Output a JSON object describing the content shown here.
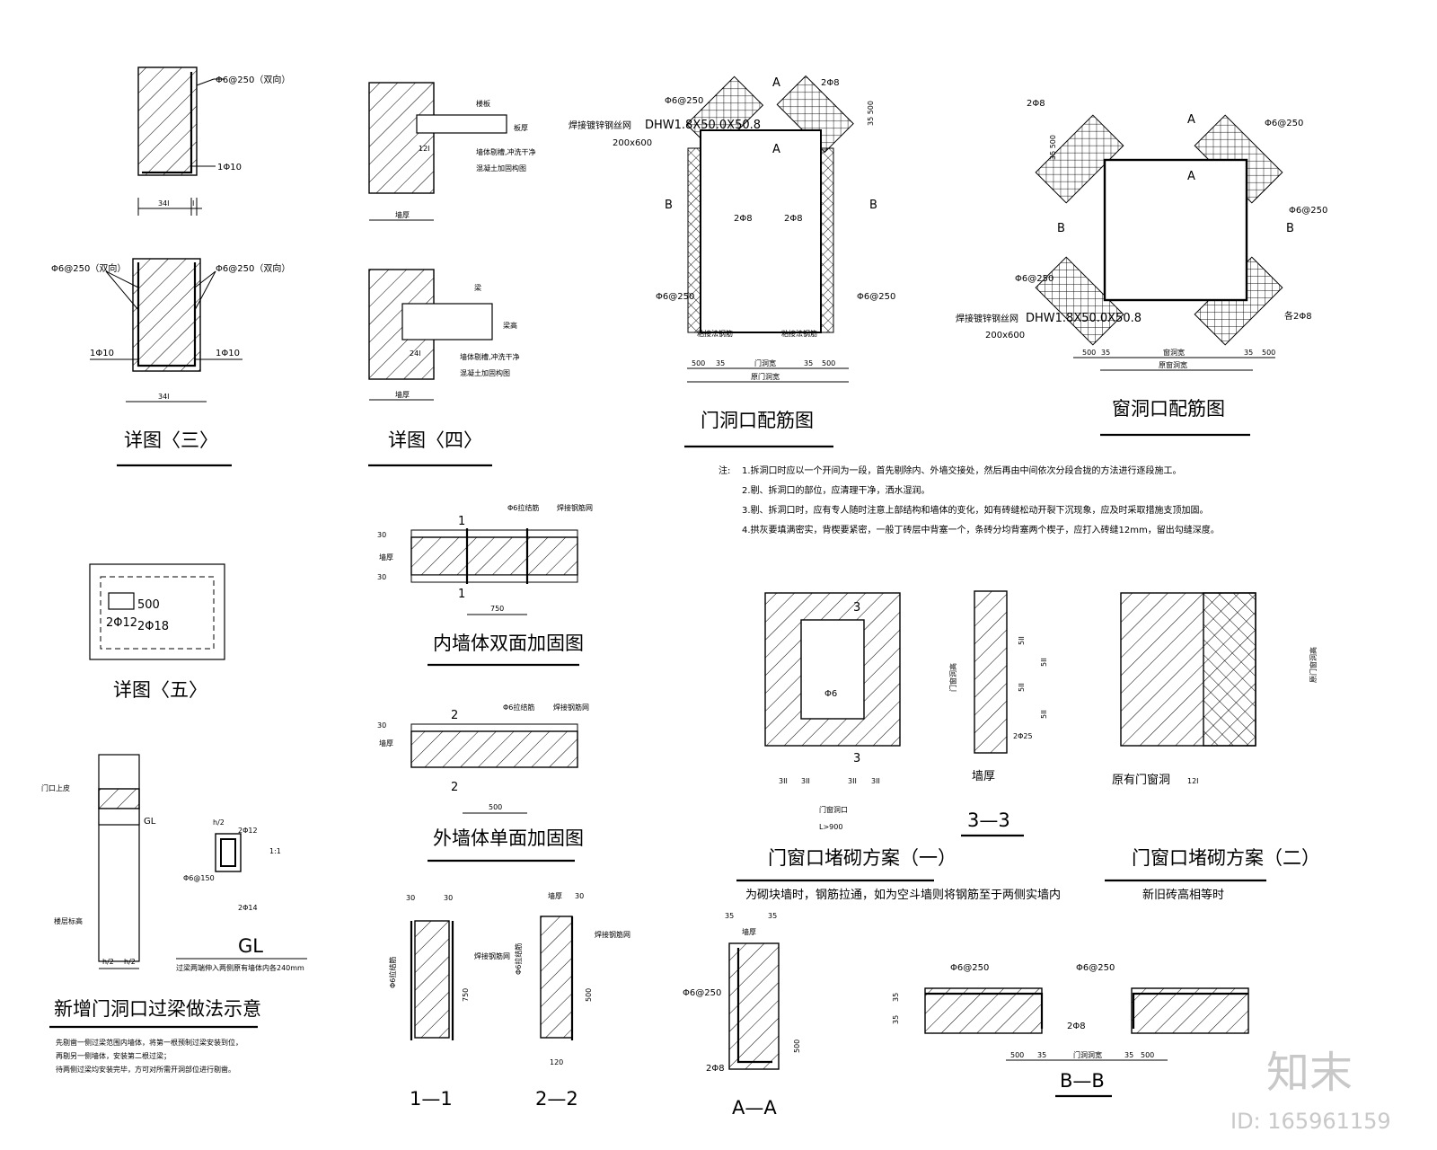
{
  "details": {
    "d3": {
      "title": "详图〈三〉",
      "rebar1": "Φ6@250（双向）",
      "rebar2": "1Φ10",
      "dim": "34I",
      "dim_side": "I",
      "rebar3": "Φ6@250（双向）",
      "rebar4": "Φ6@250（双向）",
      "rebar5": "1Φ10",
      "rebar6": "1Φ10",
      "dim2": "34I"
    },
    "d4": {
      "title": "详图〈四〉",
      "top_lbl1": "楼板",
      "top_lbl2": "墙体剔槽,冲洗干净",
      "top_lbl3": "混凝土加固构图",
      "top_dim": "12I",
      "top_h": "板厚",
      "bot_lbl1": "梁",
      "bot_lbl2": "墙体剔槽,冲洗干净",
      "bot_lbl3": "混凝土加固构图",
      "bot_dim": "24I",
      "bot_h": "梁高",
      "wall": "墙厚"
    },
    "d5": {
      "title": "详图〈五〉",
      "v1": "500",
      "v2": "2Φ12",
      "v3": "2Φ18"
    }
  },
  "door": {
    "title": "门洞口配筋图",
    "mesh": "焊接镀锌钢丝网",
    "mesh_spec": "DHW1.8X50.0X50.8",
    "mesh_size": "200x600",
    "r1": "Φ6@250",
    "r2": "2Φ8",
    "r3": "2Φ8",
    "r4": "2Φ8",
    "r5": "Φ6@250",
    "r6": "Φ6@250",
    "sec_a": "A",
    "sec_b": "B",
    "dim_500": "500",
    "dim_35": "35",
    "dim_open": "门洞宽",
    "dim_orig": "原门洞宽",
    "h_dim": "35 500",
    "note_l": "粘接法钢筋",
    "note_r": "粘接法钢筋"
  },
  "window": {
    "title": "窗洞口配筋图",
    "r1": "2Φ8",
    "r2": "Φ6@250",
    "r3": "Φ6@250",
    "r4": "Φ6@250",
    "r5": "各2Φ8",
    "mesh": "焊接镀锌钢丝网",
    "mesh_spec": "DHW1.8X50.0X50.8",
    "mesh_size": "200x600",
    "sec_a": "A",
    "sec_b": "B",
    "dim_500": "500",
    "dim_35": "35",
    "dim_open": "窗洞宽",
    "dim_orig": "原窗洞宽",
    "h_dim": "35 500"
  },
  "notes": {
    "label": "注:",
    "items": [
      "1.拆洞口时应以一个开间为一段，首先剔除内、外墙交接处，然后再由中间依次分段合拢的方法进行逐段施工。",
      "2.剔、拆洞口的部位，应清理干净，洒水湿润。",
      "3.剔、拆洞口时，应有专人随时注意上部结构和墙体的变化，如有砖缝松动开裂下沉现象，应及时采取措施支顶加固。",
      "4.拱灰要填满密实，背楔要紧密，一般丁砖层中背塞一个，条砖分均背塞两个楔子，应打入砖缝12mm，留出勾缝深度。"
    ]
  },
  "inner_wall": {
    "title": "内墙体双面加固图",
    "lbl1": "Φ6拉结筋",
    "lbl2": "焊接钢筋网",
    "d30a": "30",
    "d30b": "30",
    "wall": "墙厚",
    "dim": "750",
    "s1": "1",
    "s2": "1"
  },
  "outer_wall": {
    "title": "外墙体单面加固图",
    "lbl1": "Φ6拉结筋",
    "lbl2": "焊接钢筋网",
    "d30": "30",
    "wall": "墙厚",
    "dim": "500",
    "s1": "2",
    "s2": "2"
  },
  "sec11": {
    "title": "1—1",
    "d1": "30",
    "d2": "30",
    "lbl1": "焊接钢筋网",
    "lbl2": "Φ6拉结筋",
    "dim": "750"
  },
  "sec22": {
    "title": "2—2",
    "d1": "墙厚",
    "d2": "30",
    "lbl1": "焊接钢筋网",
    "lbl2": "Φ6拉结筋",
    "dim": "500",
    "dim_b": "120"
  },
  "secAA": {
    "title": "A—A",
    "d1": "35",
    "d2": "35",
    "wall": "墙厚",
    "r1": "Φ6@250",
    "r2": "2Φ8",
    "dim": "500"
  },
  "secBB": {
    "title": "B—B",
    "r1": "Φ6@250",
    "r2": "Φ6@250",
    "r3": "2Φ8",
    "d35a": "35",
    "d35b": "35",
    "dims": [
      "500",
      "35",
      "门洞洞宽",
      "35",
      "500"
    ]
  },
  "plan1": {
    "title": "门窗口堵砌方案（一）",
    "caption": "为砌块墙时，钢筋拉通，如为空斗墙则将钢筋至于两侧实墙内",
    "s3a": "3",
    "s3b": "3",
    "r": "Φ6",
    "dims": [
      "3II",
      "3II",
      "3II",
      "3II"
    ],
    "open": "门窗洞口",
    "lmin": "L>900"
  },
  "sec33": {
    "title": "3—3",
    "l1": "门窗洞高",
    "d1": "5II",
    "d2": "5II",
    "d3": "5II",
    "d4": "5II",
    "r": "2Φ25",
    "wall": "墙厚"
  },
  "plan2": {
    "title": "门窗口堵砌方案（二）",
    "caption": "新旧砖高相等时",
    "lbl": "原有门窗洞",
    "dim": "12I",
    "side": "原门窗洞高"
  },
  "lintel": {
    "title": "新增门洞口过梁做法示意",
    "lbl_top": "门口上皮",
    "lbl_gl": "GL",
    "lbl_floor": "楼层标高",
    "h2a": "h/2",
    "h2b": "h/2",
    "sec_title": "GL",
    "sec_h2": "h/2",
    "sec_r1": "2Φ12",
    "sec_r2": "Φ6@150",
    "sec_r3": "2Φ14",
    "sec_d": "1:1",
    "sec_note": "过梁两端伸入两侧原有墙体内各240mm",
    "n1": "先剔凿一侧过梁范围内墙体，将第一根预制过梁安装到位，",
    "n2": "再剔另一侧墙体，安装第二根过梁；",
    "n3": "待两侧过梁均安装完毕，方可对所需开洞部位进行剔凿。"
  },
  "watermark": {
    "logo": "知末",
    "id": "ID: 165961159"
  }
}
